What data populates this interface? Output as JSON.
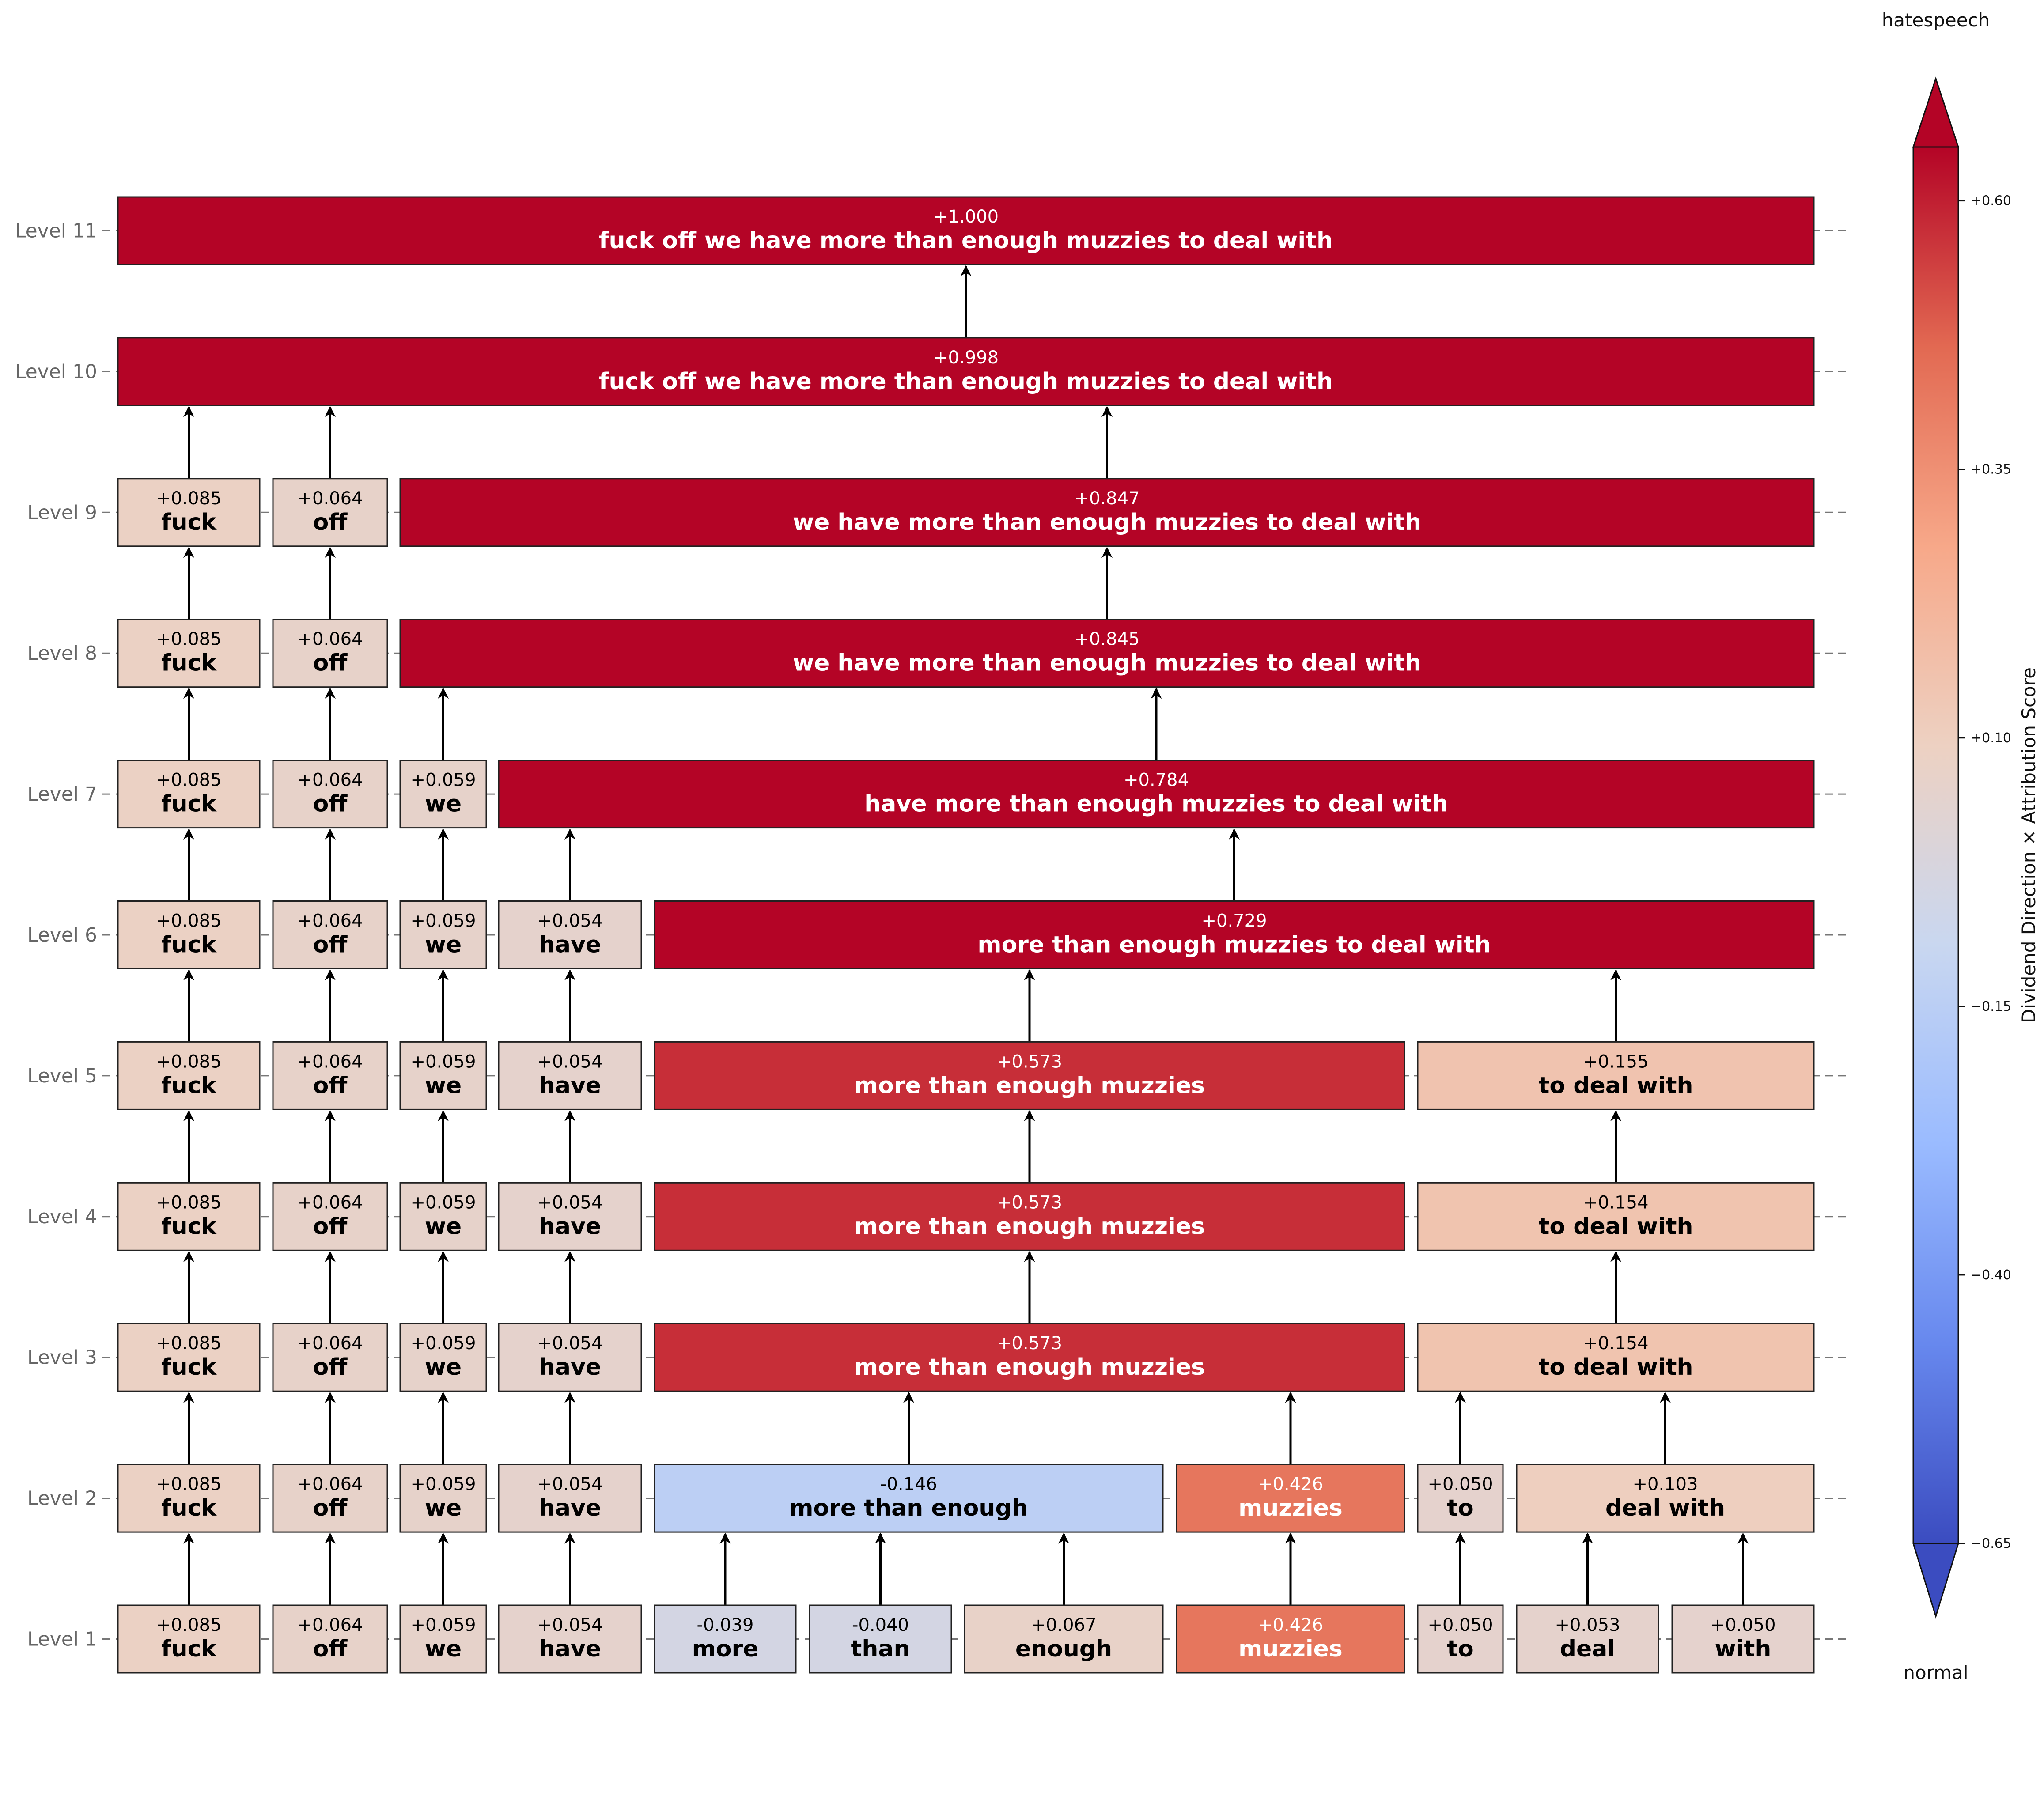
{
  "levels": [
    {
      "label": "Level 1",
      "nodes": [
        {
          "score": "+0.085",
          "text": "fuck",
          "value": 0.085,
          "span": [
            0,
            1
          ]
        },
        {
          "score": "+0.064",
          "text": "off",
          "value": 0.064,
          "span": [
            1,
            2
          ]
        },
        {
          "score": "+0.059",
          "text": "we",
          "value": 0.059,
          "span": [
            2,
            3
          ]
        },
        {
          "score": "+0.054",
          "text": "have",
          "value": 0.054,
          "span": [
            3,
            4
          ]
        },
        {
          "score": "-0.039",
          "text": "more",
          "value": -0.039,
          "span": [
            4,
            5
          ]
        },
        {
          "score": "-0.040",
          "text": "than",
          "value": -0.04,
          "span": [
            5,
            6
          ]
        },
        {
          "score": "+0.067",
          "text": "enough",
          "value": 0.067,
          "span": [
            6,
            7
          ]
        },
        {
          "score": "+0.426",
          "text": "muzzies",
          "value": 0.426,
          "span": [
            7,
            8
          ]
        },
        {
          "score": "+0.050",
          "text": "to",
          "value": 0.05,
          "span": [
            8,
            9
          ]
        },
        {
          "score": "+0.053",
          "text": "deal",
          "value": 0.053,
          "span": [
            9,
            10
          ]
        },
        {
          "score": "+0.050",
          "text": "with",
          "value": 0.05,
          "span": [
            10,
            11
          ]
        }
      ]
    },
    {
      "label": "Level 2",
      "nodes": [
        {
          "score": "+0.085",
          "text": "fuck",
          "value": 0.085,
          "span": [
            0,
            1
          ]
        },
        {
          "score": "+0.064",
          "text": "off",
          "value": 0.064,
          "span": [
            1,
            2
          ]
        },
        {
          "score": "+0.059",
          "text": "we",
          "value": 0.059,
          "span": [
            2,
            3
          ]
        },
        {
          "score": "+0.054",
          "text": "have",
          "value": 0.054,
          "span": [
            3,
            4
          ]
        },
        {
          "score": "-0.146",
          "text": "more than enough",
          "value": -0.146,
          "span": [
            4,
            7
          ]
        },
        {
          "score": "+0.426",
          "text": "muzzies",
          "value": 0.426,
          "span": [
            7,
            8
          ]
        },
        {
          "score": "+0.050",
          "text": "to",
          "value": 0.05,
          "span": [
            8,
            9
          ]
        },
        {
          "score": "+0.103",
          "text": "deal with",
          "value": 0.103,
          "span": [
            9,
            11
          ]
        }
      ]
    },
    {
      "label": "Level 3",
      "nodes": [
        {
          "score": "+0.085",
          "text": "fuck",
          "value": 0.085,
          "span": [
            0,
            1
          ]
        },
        {
          "score": "+0.064",
          "text": "off",
          "value": 0.064,
          "span": [
            1,
            2
          ]
        },
        {
          "score": "+0.059",
          "text": "we",
          "value": 0.059,
          "span": [
            2,
            3
          ]
        },
        {
          "score": "+0.054",
          "text": "have",
          "value": 0.054,
          "span": [
            3,
            4
          ]
        },
        {
          "score": "+0.573",
          "text": "more than enough muzzies",
          "value": 0.573,
          "span": [
            4,
            8
          ]
        },
        {
          "score": "+0.154",
          "text": "to deal with",
          "value": 0.154,
          "span": [
            8,
            11
          ]
        }
      ]
    },
    {
      "label": "Level 4",
      "nodes": [
        {
          "score": "+0.085",
          "text": "fuck",
          "value": 0.085,
          "span": [
            0,
            1
          ]
        },
        {
          "score": "+0.064",
          "text": "off",
          "value": 0.064,
          "span": [
            1,
            2
          ]
        },
        {
          "score": "+0.059",
          "text": "we",
          "value": 0.059,
          "span": [
            2,
            3
          ]
        },
        {
          "score": "+0.054",
          "text": "have",
          "value": 0.054,
          "span": [
            3,
            4
          ]
        },
        {
          "score": "+0.573",
          "text": "more than enough muzzies",
          "value": 0.573,
          "span": [
            4,
            8
          ]
        },
        {
          "score": "+0.154",
          "text": "to deal with",
          "value": 0.154,
          "span": [
            8,
            11
          ]
        }
      ]
    },
    {
      "label": "Level 5",
      "nodes": [
        {
          "score": "+0.085",
          "text": "fuck",
          "value": 0.085,
          "span": [
            0,
            1
          ]
        },
        {
          "score": "+0.064",
          "text": "off",
          "value": 0.064,
          "span": [
            1,
            2
          ]
        },
        {
          "score": "+0.059",
          "text": "we",
          "value": 0.059,
          "span": [
            2,
            3
          ]
        },
        {
          "score": "+0.054",
          "text": "have",
          "value": 0.054,
          "span": [
            3,
            4
          ]
        },
        {
          "score": "+0.573",
          "text": "more than enough muzzies",
          "value": 0.573,
          "span": [
            4,
            8
          ]
        },
        {
          "score": "+0.155",
          "text": "to deal with",
          "value": 0.155,
          "span": [
            8,
            11
          ]
        }
      ]
    },
    {
      "label": "Level 6",
      "nodes": [
        {
          "score": "+0.085",
          "text": "fuck",
          "value": 0.085,
          "span": [
            0,
            1
          ]
        },
        {
          "score": "+0.064",
          "text": "off",
          "value": 0.064,
          "span": [
            1,
            2
          ]
        },
        {
          "score": "+0.059",
          "text": "we",
          "value": 0.059,
          "span": [
            2,
            3
          ]
        },
        {
          "score": "+0.054",
          "text": "have",
          "value": 0.054,
          "span": [
            3,
            4
          ]
        },
        {
          "score": "+0.729",
          "text": "more than enough muzzies to deal with",
          "value": 0.729,
          "span": [
            4,
            11
          ]
        }
      ]
    },
    {
      "label": "Level 7",
      "nodes": [
        {
          "score": "+0.085",
          "text": "fuck",
          "value": 0.085,
          "span": [
            0,
            1
          ]
        },
        {
          "score": "+0.064",
          "text": "off",
          "value": 0.064,
          "span": [
            1,
            2
          ]
        },
        {
          "score": "+0.059",
          "text": "we",
          "value": 0.059,
          "span": [
            2,
            3
          ]
        },
        {
          "score": "+0.784",
          "text": "have more than enough muzzies to deal with",
          "value": 0.784,
          "span": [
            3,
            11
          ]
        }
      ]
    },
    {
      "label": "Level 8",
      "nodes": [
        {
          "score": "+0.085",
          "text": "fuck",
          "value": 0.085,
          "span": [
            0,
            1
          ]
        },
        {
          "score": "+0.064",
          "text": "off",
          "value": 0.064,
          "span": [
            1,
            2
          ]
        },
        {
          "score": "+0.845",
          "text": "we have more than enough muzzies to deal with",
          "value": 0.845,
          "span": [
            2,
            11
          ]
        }
      ]
    },
    {
      "label": "Level 9",
      "nodes": [
        {
          "score": "+0.085",
          "text": "fuck",
          "value": 0.085,
          "span": [
            0,
            1
          ]
        },
        {
          "score": "+0.064",
          "text": "off",
          "value": 0.064,
          "span": [
            1,
            2
          ]
        },
        {
          "score": "+0.847",
          "text": "we have more than enough muzzies to deal with",
          "value": 0.847,
          "span": [
            2,
            11
          ]
        }
      ]
    },
    {
      "label": "Level 10",
      "nodes": [
        {
          "score": "+0.998",
          "text": "fuck off we have more than enough muzzies to deal with",
          "value": 0.998,
          "span": [
            0,
            11
          ]
        }
      ]
    },
    {
      "label": "Level 11",
      "nodes": [
        {
          "score": "+1.000",
          "text": "fuck off we have more than enough muzzies to deal with",
          "value": 1.0,
          "span": [
            0,
            11
          ]
        }
      ]
    }
  ],
  "colorbar": {
    "label": "Dividend Direction × Attribution Score",
    "top_label": "hatespeech",
    "bottom_label": "normal",
    "range": [
      -0.65,
      0.65
    ],
    "ticks": [
      "+0.60",
      "+0.35",
      "+0.10",
      "−0.15",
      "−0.40",
      "−0.65"
    ],
    "tick_values": [
      0.6,
      0.35,
      0.1,
      -0.15,
      -0.4,
      -0.65
    ],
    "colormap": [
      "#3b4cc0",
      "#6788ee",
      "#9abbff",
      "#c9d7f0",
      "#edd1c2",
      "#f7a889",
      "#e26952",
      "#b40426"
    ]
  }
}
